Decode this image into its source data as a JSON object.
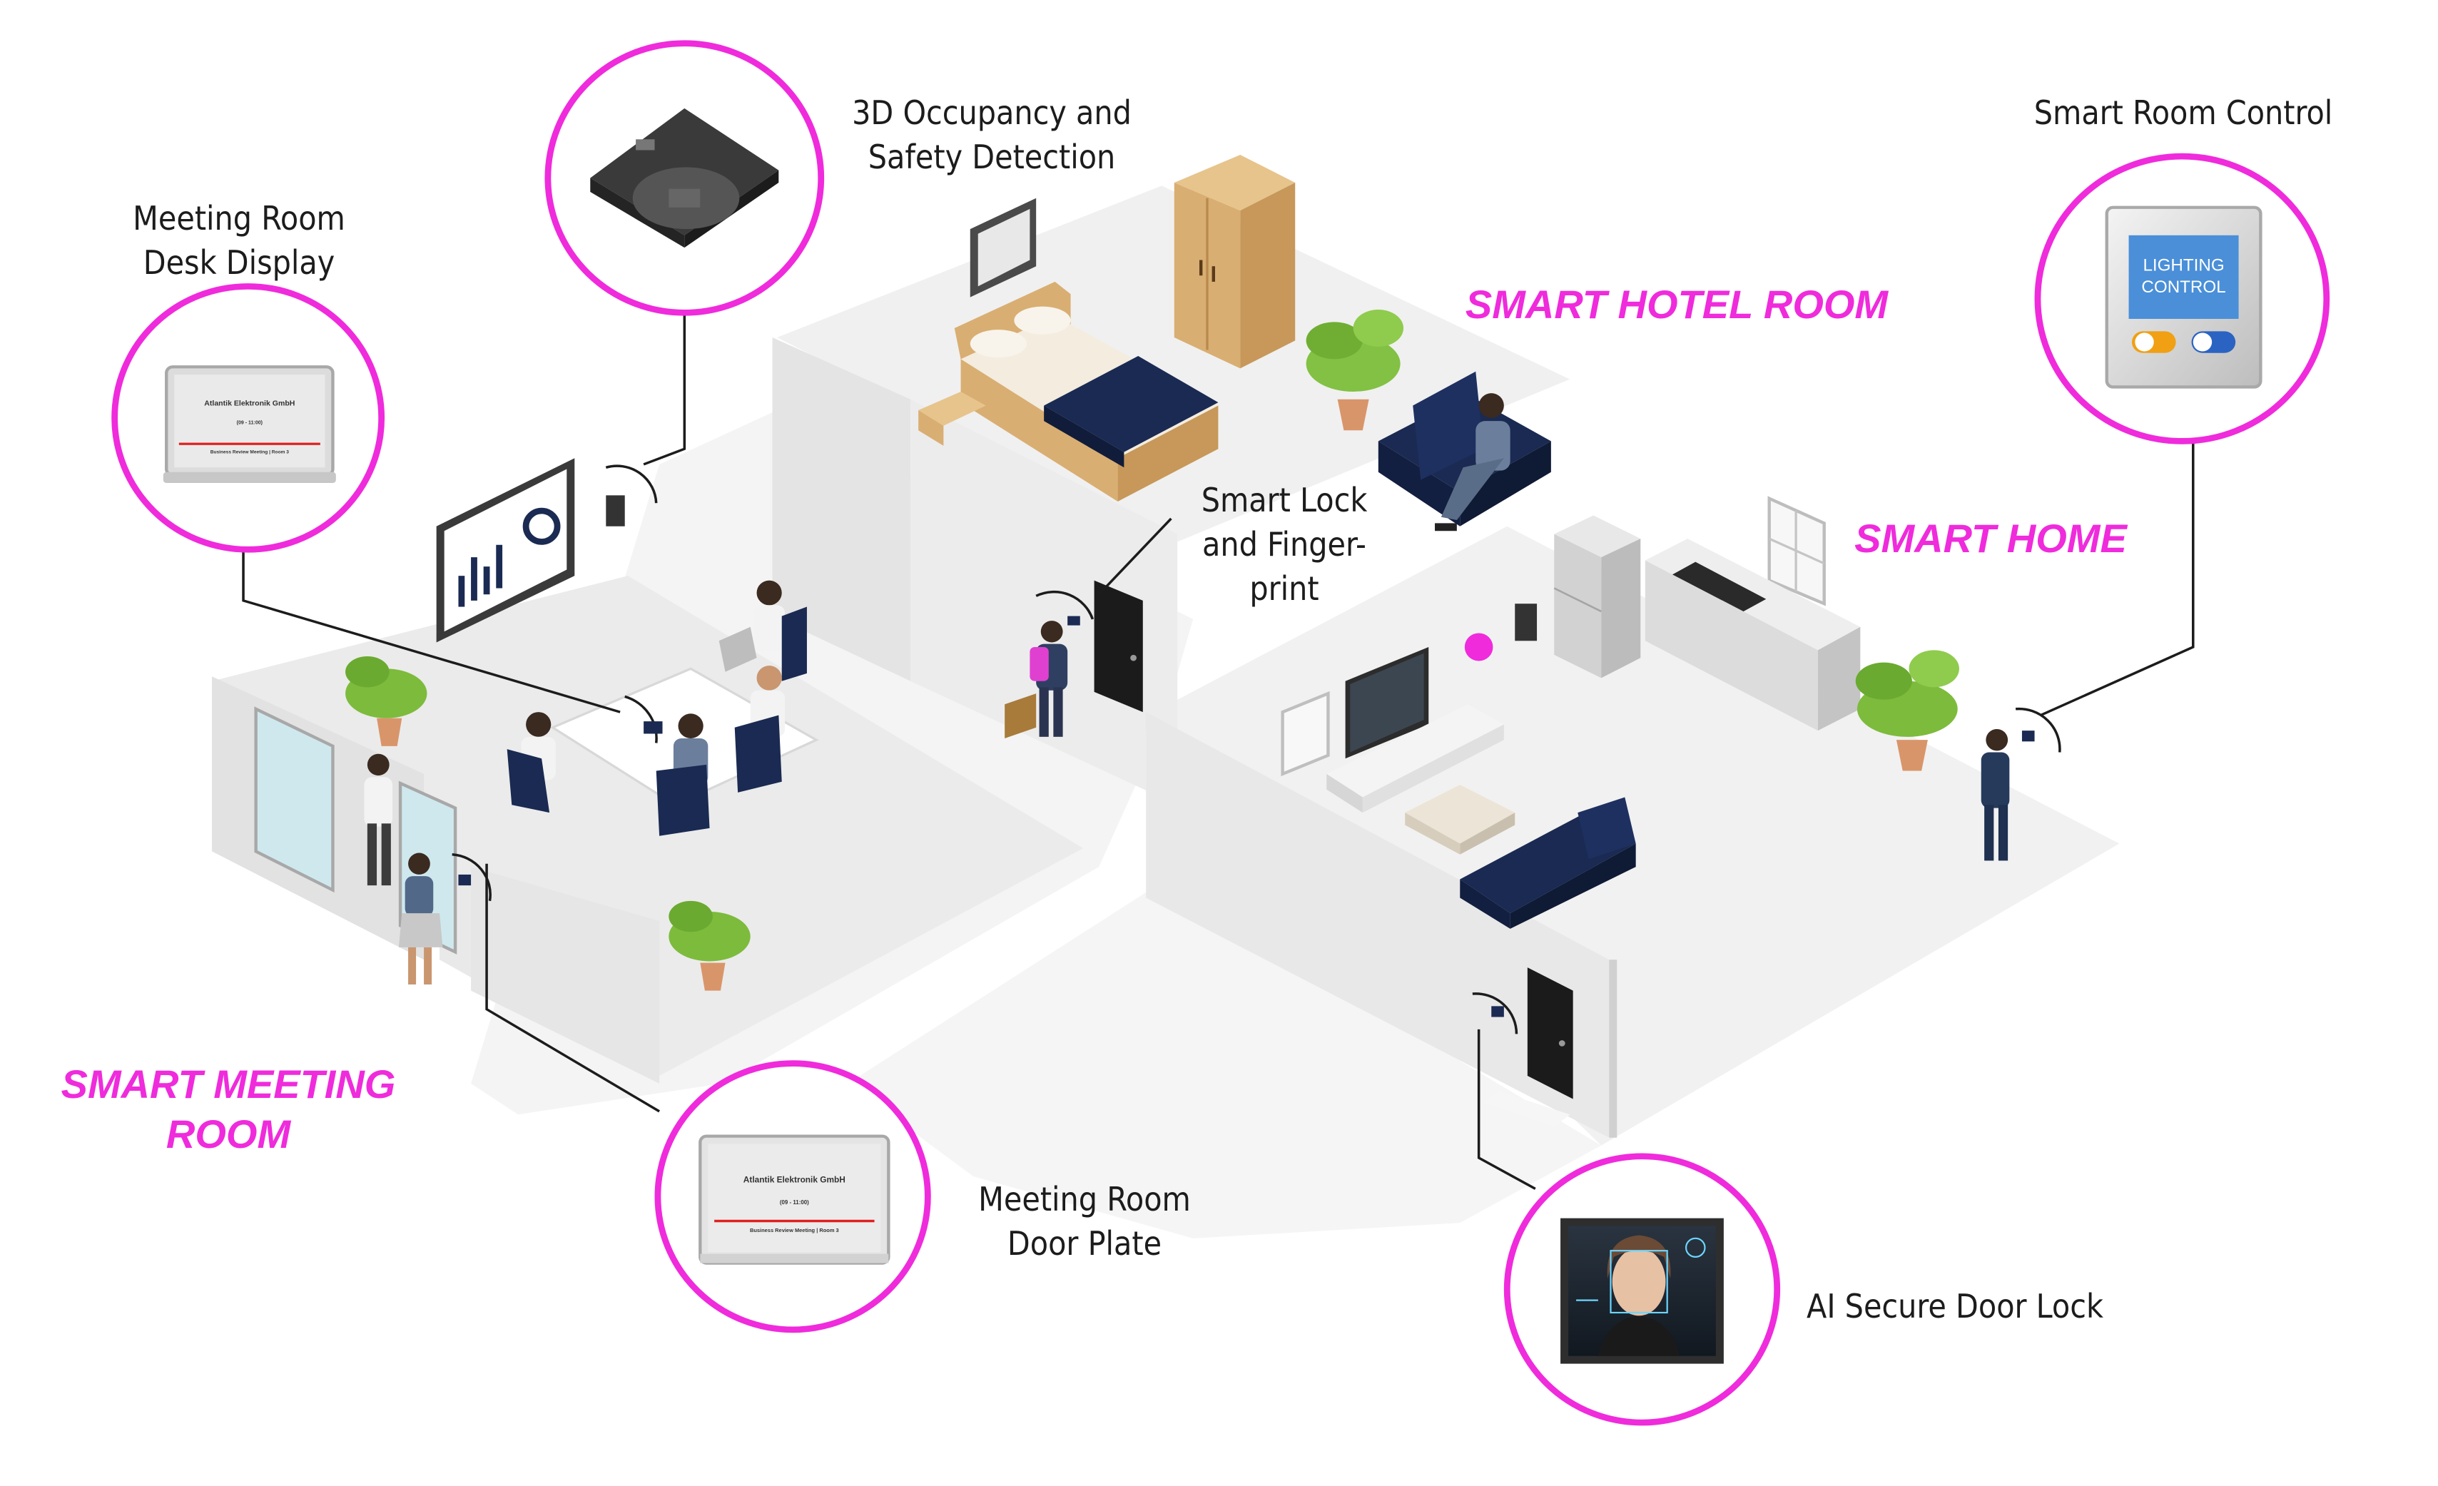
{
  "colors": {
    "accent": "#ef2bdc",
    "floor": "#efefef",
    "wall": "#e6e6e6",
    "navy": "#1a2a52",
    "plant": "#7dbb3c",
    "wood": "#d9ae72"
  },
  "zones": {
    "hotel": "SMART HOTEL ROOM",
    "home": "SMART HOME",
    "meeting_line1": "SMART MEETING",
    "meeting_line2": "ROOM"
  },
  "labels": {
    "occupancy_line1": "3D Occupancy and",
    "occupancy_line2": "Safety Detection",
    "desk_display_line1": "Meeting Room",
    "desk_display_line2": "Desk Display",
    "smart_room_control": "Smart Room Control",
    "smart_lock_line1": "Smart Lock",
    "smart_lock_line2": "and Finger-",
    "smart_lock_line3": "print",
    "door_plate_line1": "Meeting Room",
    "door_plate_line2": "Door Plate",
    "ai_door_lock": "AI Secure Door Lock"
  },
  "devices": {
    "desk_display": {
      "company": "Atlantik Elektronik GmbH",
      "time": "(09 - 11:00)",
      "meeting": "Business Review Meeting | Room 3"
    },
    "door_plate": {
      "company": "Atlantik Elektronik GmbH",
      "time": "(09 - 11:00)",
      "meeting": "Business Review Meeting | Room 3"
    },
    "lighting_control_line1": "LIGHTING",
    "lighting_control_line2": "CONTROL"
  },
  "icons": [
    "occupancy-sensor-icon",
    "desk-display-icon",
    "door-plate-icon",
    "lighting-control-panel-icon",
    "face-recognition-icon",
    "person-icon",
    "plant-icon",
    "bed-icon",
    "wardrobe-icon",
    "sofa-icon",
    "tv-icon",
    "fridge-icon",
    "door-icon",
    "chart-board-icon"
  ]
}
